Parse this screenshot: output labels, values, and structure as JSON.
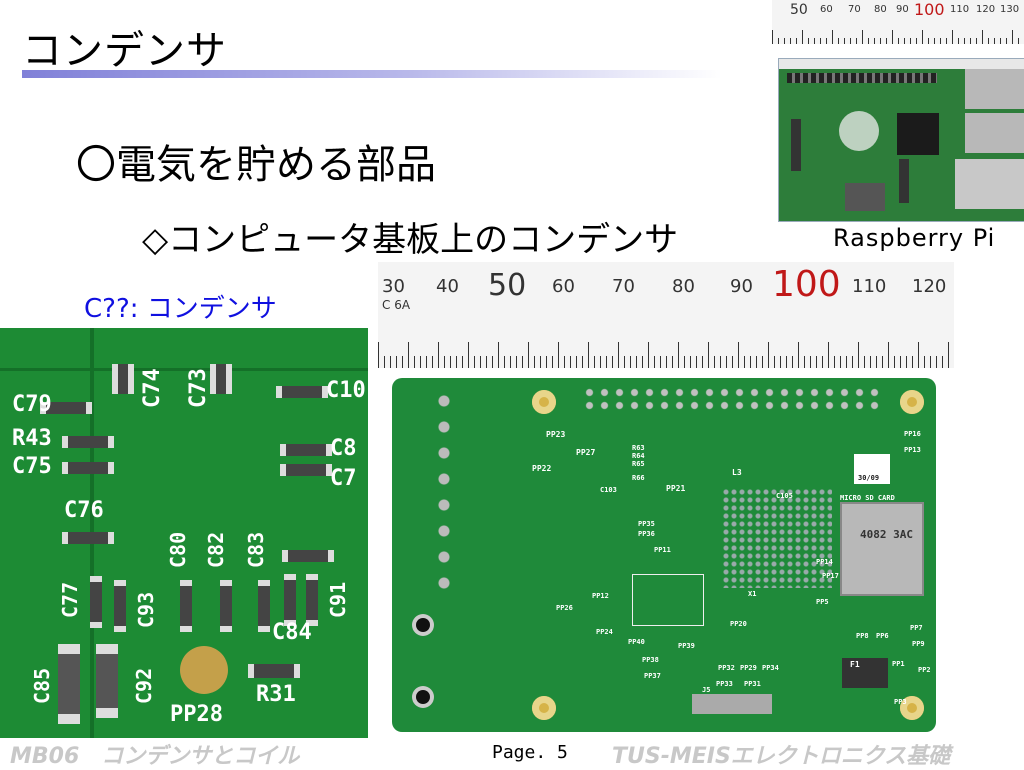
{
  "slide": {
    "title": "コンデンサ",
    "heading": "〇電気を貯める部品",
    "subheading": "◇コンピュータ基板上のコンデンサ",
    "photo_label": "Raspberry Pi",
    "component_label": "C??: コンデンサ"
  },
  "ruler_big": {
    "labels": [
      "30",
      "40",
      "50",
      "60",
      "70",
      "80",
      "90",
      "100",
      "110",
      "120"
    ],
    "small_text": "C  6A",
    "highlight_color": "#c01818"
  },
  "ruler_small": {
    "labels": [
      "50",
      "60",
      "70",
      "80",
      "90",
      "100",
      "110",
      "120",
      "130"
    ]
  },
  "zoom_silkscreen": [
    "C79",
    "R43",
    "C75",
    "C74",
    "C73",
    "C10",
    "C8",
    "C7",
    "C76",
    "C80",
    "C82",
    "C83",
    "C77",
    "C93",
    "C91",
    "C84",
    "C85",
    "C92",
    "R31",
    "PP28"
  ],
  "board_silkscreen": [
    "PP23",
    "PP22",
    "PP27",
    "PP21",
    "R63",
    "R64",
    "R65",
    "R66",
    "C103",
    "PP35",
    "PP36",
    "PP11",
    "L3",
    "C105",
    "PP16",
    "PP13",
    "PP14",
    "PP17",
    "PP5",
    "PP20",
    "PP24",
    "PP26",
    "PP12",
    "PP40",
    "PP39",
    "PP38",
    "PP37",
    "PP33",
    "PP31",
    "PP32",
    "PP29",
    "PP34",
    "J5",
    "F1",
    "PP8",
    "PP6",
    "PP7",
    "PP9",
    "PP1",
    "PP2",
    "PP3",
    "MICRO SD CARD",
    "4082 3AC",
    "30/09",
    "X1"
  ],
  "footer": {
    "left": "MB06　コンデンサとコイル",
    "page": "Page. 5",
    "right": "TUS-MEISエレクトロニクス基礎"
  }
}
